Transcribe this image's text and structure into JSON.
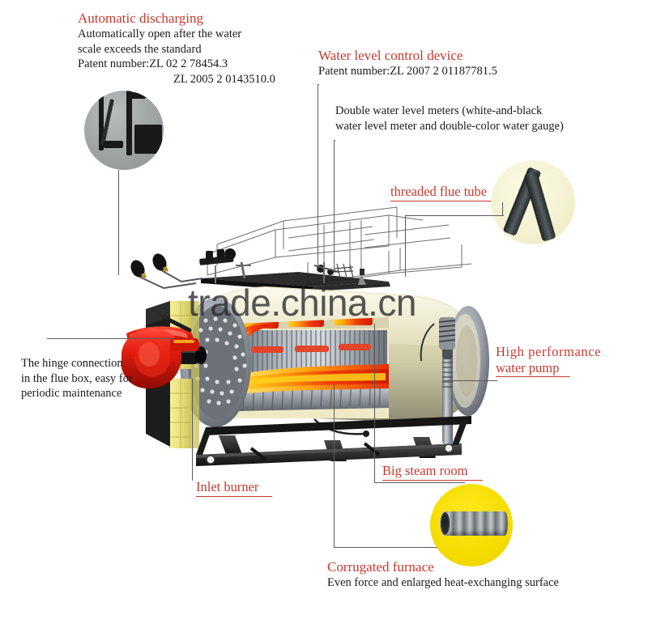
{
  "image": {
    "subject": "Industrial oil/gas fired steam boiler cutaway diagram",
    "watermark": "trade.china.cn",
    "accent_red": "#c9392c",
    "text_color": "#1a1a1a"
  },
  "callouts": {
    "automatic_discharging": {
      "heading": "Automatic discharging",
      "line1": "Automatically open after the water",
      "line2": "scale exceeds the standard",
      "line3": "Patent number:ZL 02 2 78454.3",
      "line4": "ZL 2005 2 0143510.0"
    },
    "water_level_control": {
      "heading": "Water level control device",
      "line1": "Patent number:ZL 2007 2 01187781.5"
    },
    "double_water_level_meters": {
      "line1": "Double water level meters (white-and-black",
      "line2": "water level meter and double-color water gauge)"
    },
    "hinge_connection": {
      "line1": "The hinge connection",
      "line2": "in the flue box, easy for",
      "line3": "periodic maintenance"
    },
    "corrugated_furnace": {
      "heading": "Corrugated furnace",
      "line1": "Even force and enlarged heat-exchanging surface"
    }
  },
  "tags": {
    "threaded_flue_tube": "threaded flue tube",
    "high_performance_water_pump_line1": "High performance",
    "high_performance_water_pump_line2": "water pump",
    "inlet_burner": "Inlet burner",
    "big_steam_room": "Big steam room"
  },
  "insets": {
    "automatic_discharging_photo": "circular-photo-discharge-valve",
    "threaded_flue_tube_photo": "circular-photo-threaded-flue-tubes",
    "corrugated_furnace_photo": "circular-photo-corrugated-furnace-tube"
  },
  "boiler_parts": {
    "burner": "red-burner-unit",
    "insulation": "yellow-insulation-blocks",
    "shell": "cylindrical-pressure-vessel-shell",
    "flame": "furnace-flame",
    "flue_tubes": "flue-tube-bundle",
    "tube_sheet": "front-tube-sheet",
    "water_pump": "vertical-water-pump",
    "base_frame": "steel-base-frame",
    "control_platform": "top-control-platform-wireframe",
    "gauges": "pressure-gauges"
  }
}
